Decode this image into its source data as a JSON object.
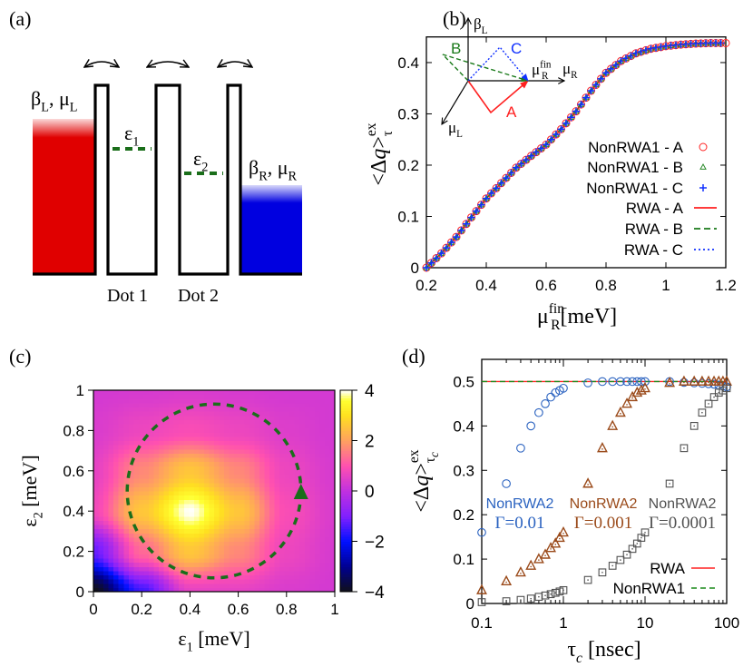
{
  "panel_a": {
    "label": "(a)",
    "left_label": [
      {
        "t": "β"
      },
      {
        "t": "L",
        "sub": true
      },
      {
        "t": ", μ"
      },
      {
        "t": "L",
        "sub": true
      }
    ],
    "right_label": [
      {
        "t": "β"
      },
      {
        "t": "R",
        "sub": true
      },
      {
        "t": ", μ"
      },
      {
        "t": "R",
        "sub": true
      }
    ],
    "eps1": [
      {
        "t": "ε"
      },
      {
        "t": "1",
        "sub": true
      }
    ],
    "eps2": [
      {
        "t": "ε"
      },
      {
        "t": "2",
        "sub": true
      }
    ],
    "dot1": "Dot 1",
    "dot2": "Dot 2",
    "colors": {
      "left_reservoir": "#e00000",
      "right_reservoir": "#0000e0",
      "levels": "#1a6e1a"
    }
  },
  "chart_data": [
    {
      "panel": "(b)",
      "type": "line",
      "xlabel": [
        {
          "t": "μ"
        },
        {
          "t": "fin",
          "sup": true
        },
        {
          "t": "R",
          "sub": true,
          "back": true
        },
        {
          "t": "[meV]"
        }
      ],
      "ylabel": [
        {
          "t": "<Δ"
        },
        {
          "t": "q",
          "italic": true
        },
        {
          "t": ">"
        },
        {
          "t": "ex",
          "sup": true
        },
        {
          "t": "τ",
          "sub": true,
          "back": true
        }
      ],
      "xlim": [
        0.2,
        1.2
      ],
      "ylim": [
        0,
        0.45
      ],
      "xticks": [
        "0.2",
        "0.4",
        "0.6",
        "0.8",
        "1",
        "1.2"
      ],
      "yticks": [
        "0",
        "0.1",
        "0.2",
        "0.3",
        "0.4"
      ],
      "x": [
        0.2,
        0.25,
        0.3,
        0.35,
        0.4,
        0.45,
        0.5,
        0.55,
        0.6,
        0.65,
        0.7,
        0.75,
        0.8,
        0.85,
        0.9,
        0.95,
        1.0,
        1.05,
        1.1,
        1.15,
        1.2
      ],
      "y": [
        0,
        0.028,
        0.06,
        0.098,
        0.135,
        0.165,
        0.195,
        0.218,
        0.24,
        0.27,
        0.305,
        0.345,
        0.38,
        0.403,
        0.418,
        0.427,
        0.432,
        0.435,
        0.437,
        0.438,
        0.438
      ],
      "series": [
        {
          "name": "NonRWA1 - A",
          "style": "circle",
          "color": "#ff2020"
        },
        {
          "name": "NonRWA1 - B",
          "style": "triangle",
          "color": "#2a8a2a"
        },
        {
          "name": "NonRWA1 - C",
          "style": "plus",
          "color": "#1030ff"
        },
        {
          "name": "RWA - A",
          "style": "solid",
          "color": "#ff2020"
        },
        {
          "name": "RWA - B",
          "style": "dashed",
          "color": "#1a7a1a"
        },
        {
          "name": "RWA - C",
          "style": "dotted",
          "color": "#1030ff"
        }
      ],
      "legend": "right",
      "inset": {
        "beta_axis": [
          {
            "t": "β"
          },
          {
            "t": "L",
            "sub": true
          }
        ],
        "muR_axis": [
          {
            "t": "μ"
          },
          {
            "t": "R",
            "sub": true
          }
        ],
        "muL_axis": [
          {
            "t": "μ"
          },
          {
            "t": "L",
            "sub": true
          }
        ],
        "muR_fin": [
          {
            "t": "μ"
          },
          {
            "t": "fin",
            "sup": true
          },
          {
            "t": "R",
            "sub": true,
            "back": true
          }
        ],
        "path_A": "A",
        "path_B": "B",
        "path_C": "C"
      }
    },
    {
      "panel": "(c)",
      "type": "heatmap",
      "xlabel": [
        {
          "t": "ε"
        },
        {
          "t": "1",
          "sub": true
        },
        {
          "t": " [meV]"
        }
      ],
      "ylabel": [
        {
          "t": "ε"
        },
        {
          "t": "2",
          "sub": true
        },
        {
          "t": " [meV]"
        }
      ],
      "xlim": [
        0,
        1
      ],
      "ylim": [
        0,
        1
      ],
      "xticks": [
        "0",
        "0.2",
        "0.4",
        "0.6",
        "0.8",
        "1"
      ],
      "yticks": [
        "0",
        "0.2",
        "0.4",
        "0.6",
        "0.8",
        "1"
      ],
      "grid_x": [
        0,
        0.2,
        0.4,
        0.6,
        0.8,
        1
      ],
      "grid_y": [
        0,
        0.2,
        0.4,
        0.6,
        0.8,
        1
      ],
      "z": [
        [
          -4.0,
          -1.5,
          0.6,
          0.6,
          0.4,
          0.3
        ],
        [
          -1.2,
          1.3,
          2.6,
          1.7,
          0.7,
          0.35
        ],
        [
          0.8,
          2.6,
          4.0,
          2.6,
          0.9,
          0.4
        ],
        [
          0.6,
          1.7,
          2.6,
          1.7,
          0.7,
          0.35
        ],
        [
          0.4,
          0.7,
          0.9,
          0.7,
          0.45,
          0.3
        ],
        [
          0.3,
          0.35,
          0.4,
          0.35,
          0.3,
          0.3
        ]
      ],
      "colorbar": {
        "range": [
          -4,
          4
        ],
        "ticks": [
          "4",
          "2",
          "0",
          "−2",
          "−4"
        ],
        "stops": [
          {
            "v": -4,
            "c": "#101018"
          },
          {
            "v": -3,
            "c": "#000090"
          },
          {
            "v": -2,
            "c": "#0010ff"
          },
          {
            "v": -1,
            "c": "#8020ff"
          },
          {
            "v": 0,
            "c": "#c030e0"
          },
          {
            "v": 1,
            "c": "#ff50b0"
          },
          {
            "v": 2,
            "c": "#ffa060"
          },
          {
            "v": 3,
            "c": "#ffe020"
          },
          {
            "v": 3.6,
            "c": "#ffff30"
          },
          {
            "v": 4,
            "c": "#ffffff"
          }
        ]
      },
      "loop": {
        "center": [
          0.5,
          0.5
        ],
        "radius": 0.36,
        "direction": "counterclockwise",
        "color": "#1a6e1a"
      }
    },
    {
      "panel": "(d)",
      "type": "scatter",
      "xscale": "log",
      "xlabel": [
        {
          "t": "τ"
        },
        {
          "t": "c",
          "sub": true,
          "italic": true
        },
        {
          "t": " [nsec]"
        }
      ],
      "ylabel": [
        {
          "t": "<Δ"
        },
        {
          "t": "q",
          "italic": true
        },
        {
          "t": ">"
        },
        {
          "t": "ex",
          "sup": true
        },
        {
          "t": "τ",
          "sub": true,
          "back": true
        },
        {
          "t": "c",
          "sub2": true,
          "italic": true
        }
      ],
      "xlim": [
        0.1,
        100
      ],
      "ylim": [
        0,
        0.55
      ],
      "xticks": [
        "0.1",
        "1",
        "10",
        "100"
      ],
      "yticks": [
        "0",
        "0.1",
        "0.2",
        "0.3",
        "0.4",
        "0.5"
      ],
      "x": [
        0.1,
        0.2,
        0.3,
        0.4,
        0.5,
        0.6,
        0.7,
        0.8,
        0.9,
        1,
        2,
        3,
        4,
        5,
        6,
        7,
        8,
        9,
        10,
        20,
        30,
        40,
        50,
        60,
        70,
        80,
        90,
        100
      ],
      "series": [
        {
          "name": "NonRWA2",
          "gamma": "Γ=0.01",
          "marker": "circle",
          "color": "#2a62c0",
          "values": [
            0.16,
            0.27,
            0.35,
            0.4,
            0.43,
            0.45,
            0.465,
            0.475,
            0.48,
            0.485,
            0.497,
            0.5,
            0.5,
            0.5,
            0.5,
            0.5,
            0.5,
            0.5,
            0.5,
            0.5,
            0.498,
            0.497,
            0.496,
            0.495,
            0.494,
            0.492,
            0.49,
            0.488
          ]
        },
        {
          "name": "NonRWA2",
          "gamma": "Γ=0.001",
          "marker": "triangle",
          "color": "#9a4a1a",
          "values": [
            0.03,
            0.05,
            0.07,
            0.085,
            0.1,
            0.11,
            0.125,
            0.135,
            0.148,
            0.16,
            0.27,
            0.35,
            0.4,
            0.43,
            0.45,
            0.465,
            0.475,
            0.48,
            0.485,
            0.497,
            0.5,
            0.5,
            0.5,
            0.5,
            0.5,
            0.5,
            0.5,
            0.5
          ]
        },
        {
          "name": "NonRWA2",
          "gamma": "Γ=0.0001",
          "marker": "square",
          "color": "#505050",
          "values": [
            0.003,
            0.005,
            0.008,
            0.011,
            0.015,
            0.018,
            0.021,
            0.024,
            0.027,
            0.03,
            0.053,
            0.07,
            0.085,
            0.098,
            0.11,
            0.123,
            0.135,
            0.148,
            0.16,
            0.27,
            0.35,
            0.4,
            0.43,
            0.45,
            0.465,
            0.475,
            0.48,
            0.485
          ]
        }
      ],
      "lines": [
        {
          "name": "RWA",
          "value": 0.5,
          "style": "solid",
          "color": "#ff2020"
        },
        {
          "name": "NonRWA1",
          "value": 0.5,
          "style": "dashed",
          "color": "#1a8a1a"
        }
      ],
      "legend": "bottom-right"
    }
  ]
}
